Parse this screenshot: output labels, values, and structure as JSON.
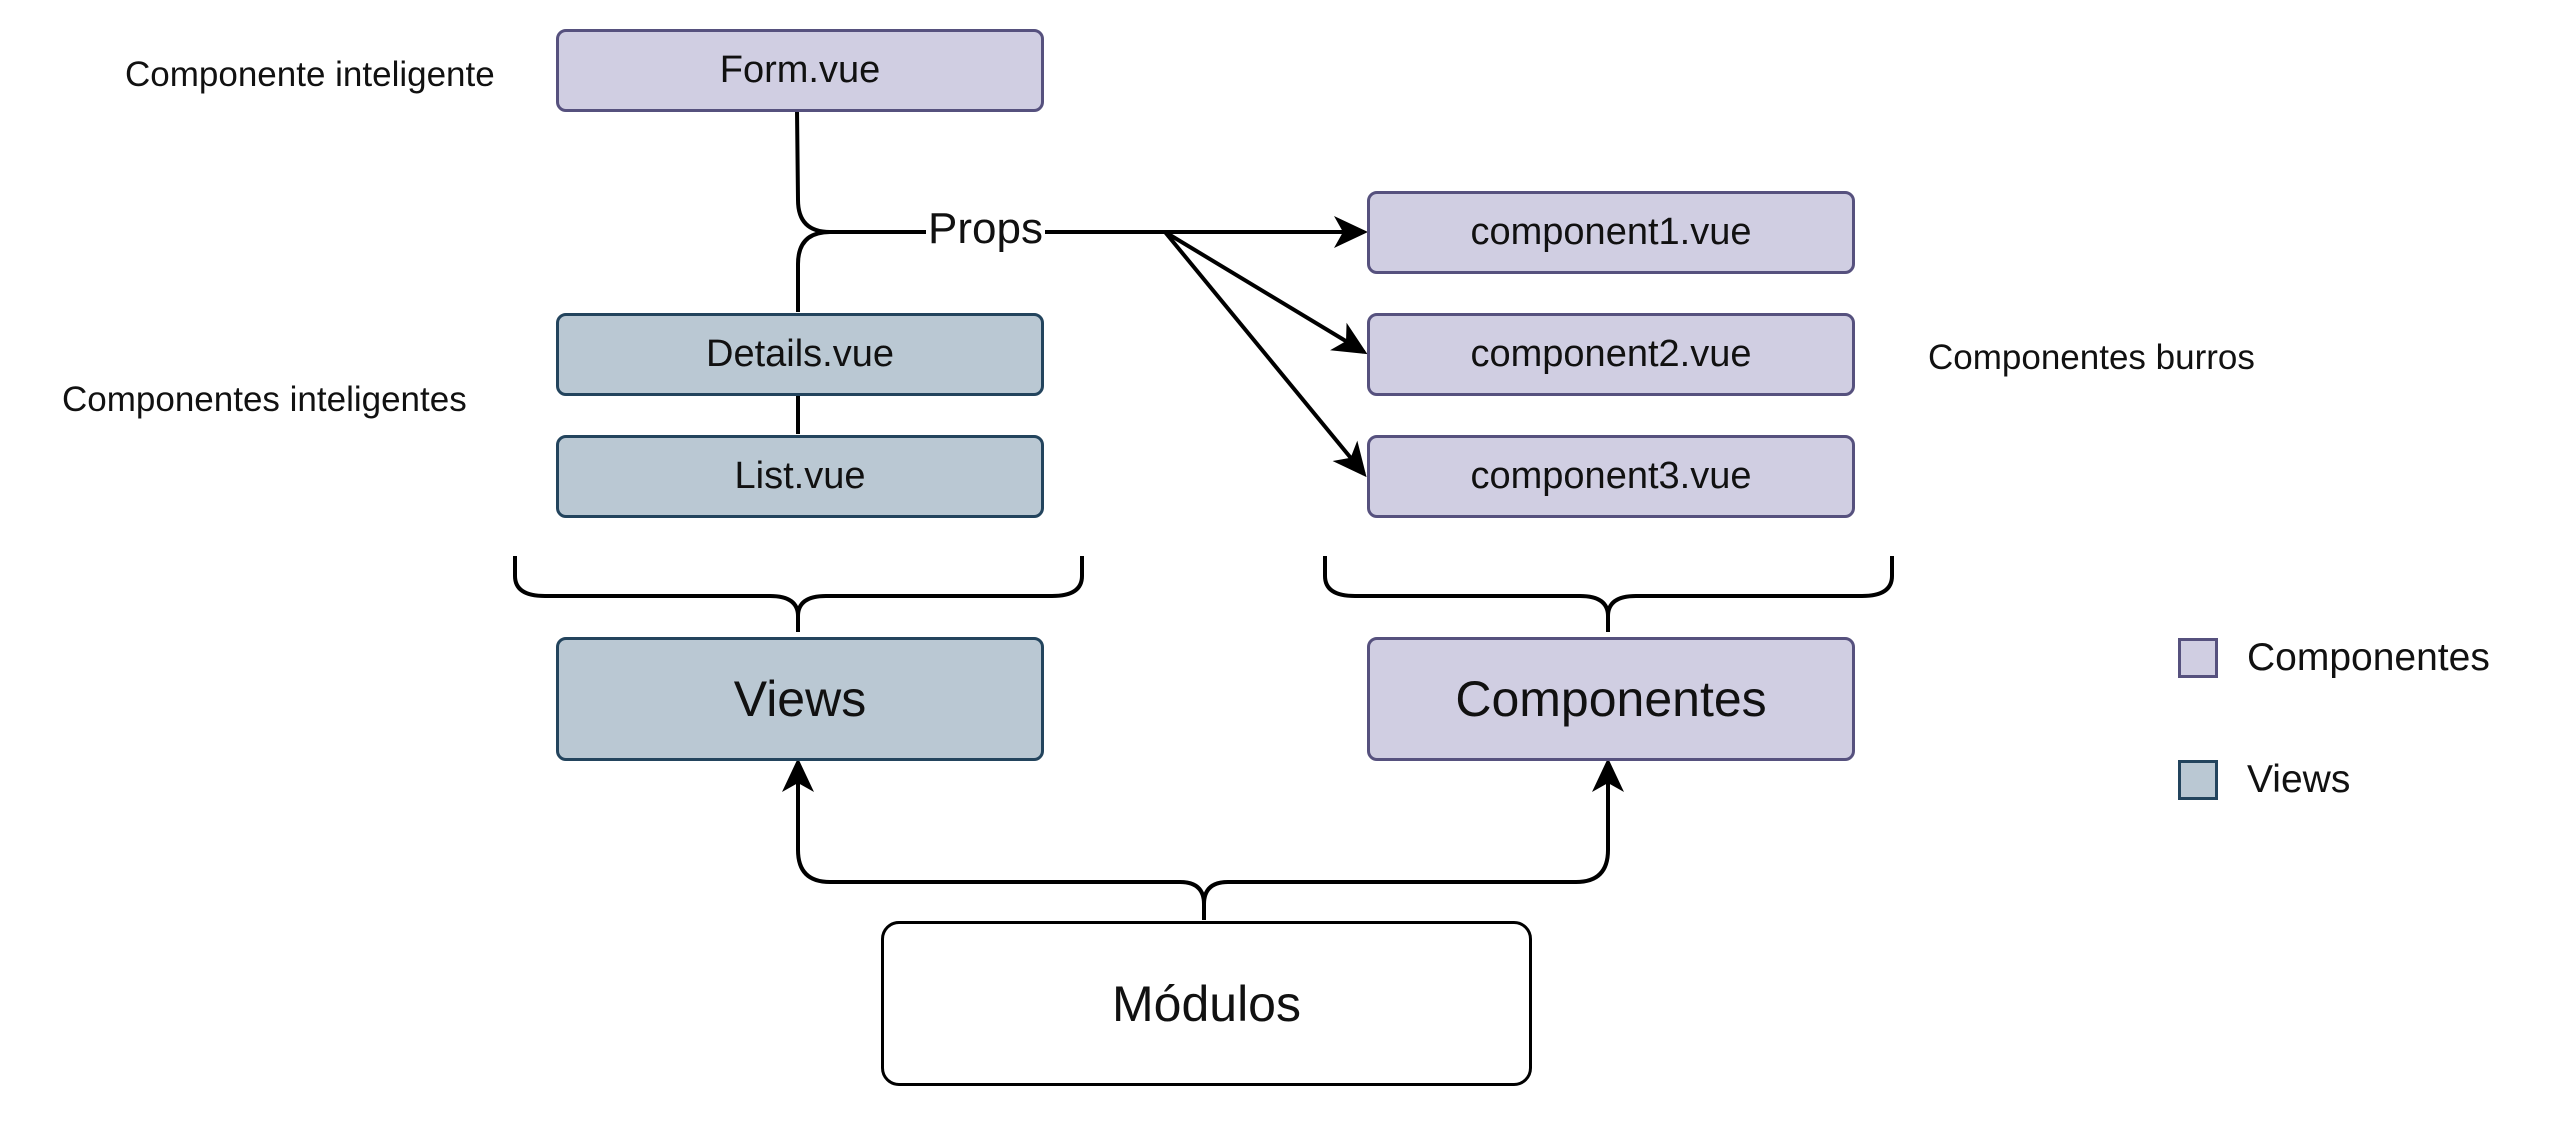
{
  "nodes": {
    "form": "Form.vue",
    "details": "Details.vue",
    "list": "List.vue",
    "component1": "component1.vue",
    "component2": "component2.vue",
    "component3": "component3.vue",
    "views": "Views",
    "componentes": "Componentes",
    "modulos": "Módulos"
  },
  "edge_labels": {
    "props": "Props"
  },
  "annotations": {
    "componente_inteligente": "Componente inteligente",
    "componentes_inteligentes": "Componentes inteligentes",
    "componentes_burros": "Componentes burros"
  },
  "legend": {
    "items": [
      {
        "label": "Componentes",
        "fill": "#d0cee2",
        "stroke": "#56517e"
      },
      {
        "label": "Views",
        "fill": "#bac8d3",
        "stroke": "#23445d"
      }
    ]
  },
  "colors": {
    "component_fill": "#d0cee2",
    "component_stroke": "#56517e",
    "view_fill": "#bac8d3",
    "view_stroke": "#23445d"
  }
}
